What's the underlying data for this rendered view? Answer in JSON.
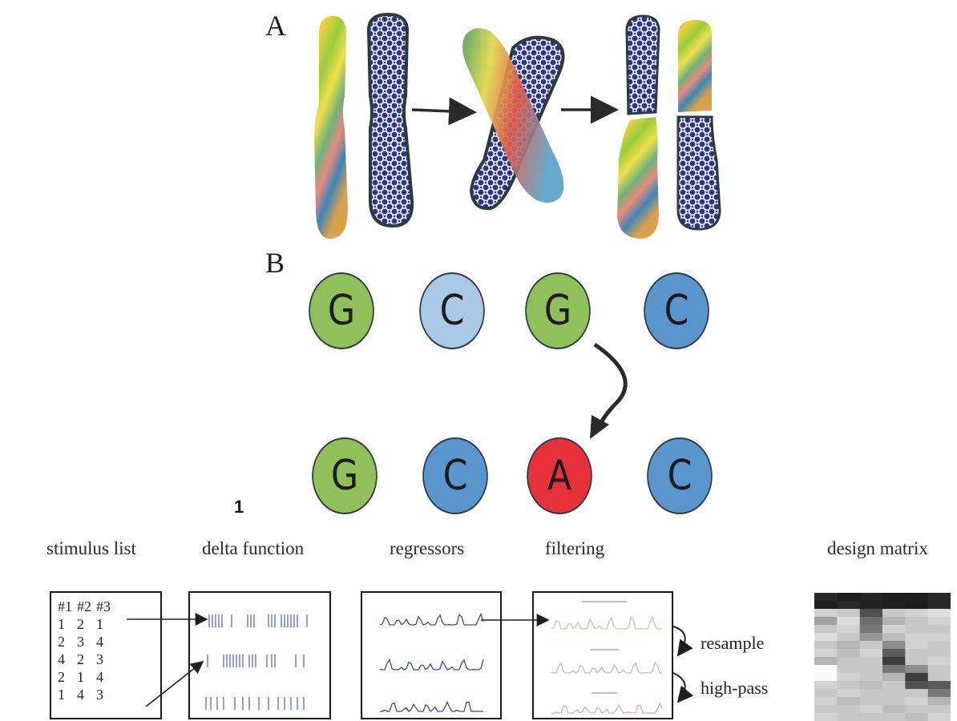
{
  "panel_labels": {
    "a": "A",
    "b": "B",
    "figure": "1"
  },
  "nucleotides": {
    "top": [
      {
        "letter": "G",
        "color": "#8fc05a"
      },
      {
        "letter": "C",
        "color": "#a9c9e6"
      },
      {
        "letter": "G",
        "color": "#8fc05a"
      },
      {
        "letter": "C",
        "color": "#5b95cd"
      }
    ],
    "bottom": [
      {
        "letter": "G",
        "color": "#8fc05a"
      },
      {
        "letter": "C",
        "color": "#5b95cd"
      },
      {
        "letter": "A",
        "color": "#e8323b"
      },
      {
        "letter": "C",
        "color": "#5b95cd"
      }
    ]
  },
  "pipeline": {
    "stimulus_list": {
      "title": "stimulus list",
      "headers": [
        "#1",
        "#2",
        "#3"
      ],
      "rows": [
        [
          "1",
          "2",
          "1"
        ],
        [
          "2",
          "3",
          "4"
        ],
        [
          "4",
          "2",
          "3"
        ],
        [
          "2",
          "1",
          "4"
        ],
        [
          "1",
          "4",
          "3"
        ]
      ]
    },
    "delta_function": {
      "title": "delta function"
    },
    "regressors": {
      "title": "regressors"
    },
    "filtering": {
      "title": "filtering",
      "operations": [
        "resample",
        "high-pass"
      ]
    },
    "design_matrix": {
      "title": "design matrix"
    }
  },
  "colors": {
    "chromosome_pattern": "#2a3590",
    "outline": "#2c3a3a",
    "regressor_line": "#3a46a8"
  }
}
